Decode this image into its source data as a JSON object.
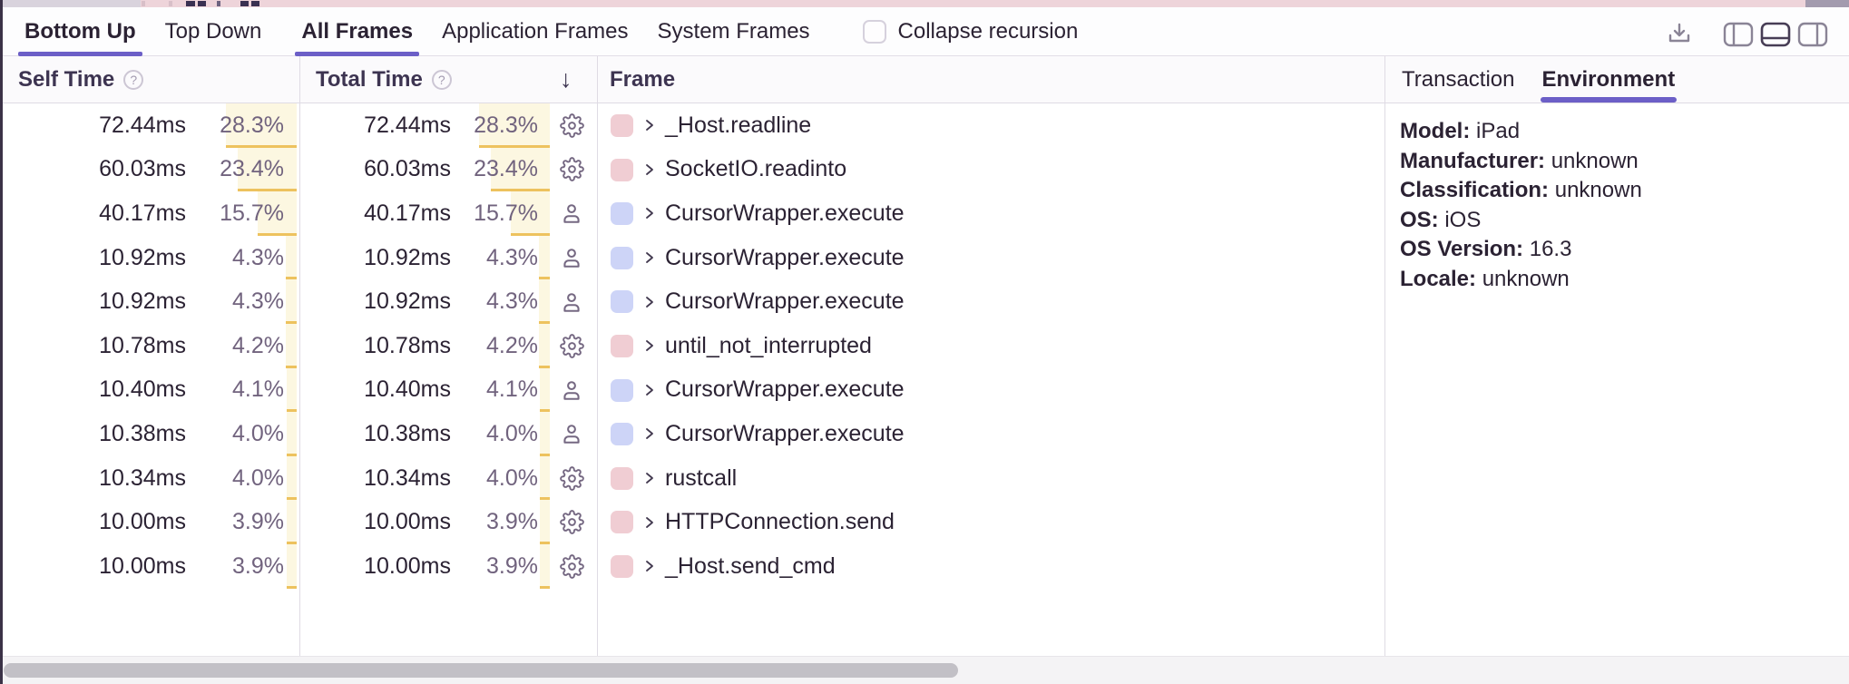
{
  "minimap": {
    "left_segment_color": "#d9d3dd",
    "pink_color": "#eed4da",
    "accent_block_color": "#a39bae",
    "mark_color": "#3a3152"
  },
  "toolbar": {
    "tab_groups": [
      {
        "name": "view-mode",
        "tabs": [
          {
            "label": "Bottom Up",
            "active": true
          },
          {
            "label": "Top Down",
            "active": false
          }
        ]
      },
      {
        "name": "frame-filter",
        "tabs": [
          {
            "label": "All Frames",
            "active": true
          },
          {
            "label": "Application Frames",
            "active": false
          },
          {
            "label": "System Frames",
            "active": false
          }
        ]
      }
    ],
    "collapse_recursion": {
      "label": "Collapse recursion",
      "checked": false
    },
    "actions": [
      {
        "icon": "download-icon",
        "active": false
      },
      {
        "icon": "panel-left-icon",
        "active": false
      },
      {
        "icon": "panel-bottom-icon",
        "active": true
      },
      {
        "icon": "panel-right-icon",
        "active": false
      }
    ]
  },
  "table": {
    "headers": {
      "self": "Self Time",
      "total": "Total Time",
      "frame": "Frame",
      "sort_arrow": "↓",
      "help_glyph": "?"
    },
    "rows": [
      {
        "self_time": "72.44ms",
        "self_pct": "28.3%",
        "total_time": "72.44ms",
        "total_pct": "28.3%",
        "pct": 28.3,
        "icon": "gear-icon",
        "frame_type": "system",
        "frame": "_Host.readline"
      },
      {
        "self_time": "60.03ms",
        "self_pct": "23.4%",
        "total_time": "60.03ms",
        "total_pct": "23.4%",
        "pct": 23.4,
        "icon": "gear-icon",
        "frame_type": "system",
        "frame": "SocketIO.readinto"
      },
      {
        "self_time": "40.17ms",
        "self_pct": "15.7%",
        "total_time": "40.17ms",
        "total_pct": "15.7%",
        "pct": 15.7,
        "icon": "user-icon",
        "frame_type": "application",
        "frame": "CursorWrapper.execute"
      },
      {
        "self_time": "10.92ms",
        "self_pct": "4.3%",
        "total_time": "10.92ms",
        "total_pct": "4.3%",
        "pct": 4.3,
        "icon": "user-icon",
        "frame_type": "application",
        "frame": "CursorWrapper.execute"
      },
      {
        "self_time": "10.92ms",
        "self_pct": "4.3%",
        "total_time": "10.92ms",
        "total_pct": "4.3%",
        "pct": 4.3,
        "icon": "user-icon",
        "frame_type": "application",
        "frame": "CursorWrapper.execute"
      },
      {
        "self_time": "10.78ms",
        "self_pct": "4.2%",
        "total_time": "10.78ms",
        "total_pct": "4.2%",
        "pct": 4.2,
        "icon": "gear-icon",
        "frame_type": "system",
        "frame": "until_not_interrupted"
      },
      {
        "self_time": "10.40ms",
        "self_pct": "4.1%",
        "total_time": "10.40ms",
        "total_pct": "4.1%",
        "pct": 4.1,
        "icon": "user-icon",
        "frame_type": "application",
        "frame": "CursorWrapper.execute"
      },
      {
        "self_time": "10.38ms",
        "self_pct": "4.0%",
        "total_time": "10.38ms",
        "total_pct": "4.0%",
        "pct": 4.0,
        "icon": "user-icon",
        "frame_type": "application",
        "frame": "CursorWrapper.execute"
      },
      {
        "self_time": "10.34ms",
        "self_pct": "4.0%",
        "total_time": "10.34ms",
        "total_pct": "4.0%",
        "pct": 4.0,
        "icon": "gear-icon",
        "frame_type": "system",
        "frame": "rustcall"
      },
      {
        "self_time": "10.00ms",
        "self_pct": "3.9%",
        "total_time": "10.00ms",
        "total_pct": "3.9%",
        "pct": 3.9,
        "icon": "gear-icon",
        "frame_type": "system",
        "frame": "HTTPConnection.send"
      },
      {
        "self_time": "10.00ms",
        "self_pct": "3.9%",
        "total_time": "10.00ms",
        "total_pct": "3.9%",
        "pct": 3.9,
        "icon": "gear-icon",
        "frame_type": "system",
        "frame": "_Host.send_cmd"
      }
    ]
  },
  "details_panel": {
    "tabs": [
      {
        "label": "Transaction",
        "active": false
      },
      {
        "label": "Environment",
        "active": true
      }
    ],
    "environment": [
      {
        "label": "Model:",
        "value": "iPad"
      },
      {
        "label": "Manufacturer:",
        "value": "unknown"
      },
      {
        "label": "Classification:",
        "value": "unknown"
      },
      {
        "label": "OS:",
        "value": "iOS"
      },
      {
        "label": "OS Version:",
        "value": "16.3"
      },
      {
        "label": "Locale:",
        "value": "unknown"
      }
    ]
  },
  "colors": {
    "accent_purple": "#6c5fc7",
    "bar_fill": "#fcf7e1",
    "bar_edge": "#edc25e",
    "frame_system": "#f0cdd3",
    "frame_application": "#cdd4f7",
    "text_dark": "#2b2233",
    "text_muted": "#71637e",
    "border": "#dfdbe4"
  }
}
